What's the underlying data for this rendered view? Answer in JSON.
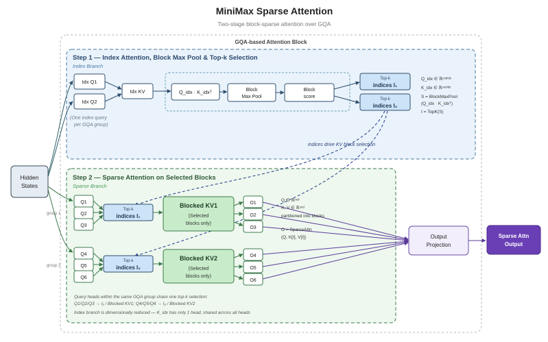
{
  "title": "MiniMax Sparse Attention",
  "subtitle": "Two-stage block-sparse attention over GQA",
  "gqa_block_label": "GQA-based Attention Block",
  "hidden_states": {
    "line1": "Hidden",
    "line2": "States"
  },
  "step1": {
    "title": "Step 1 — Index Attention, Block Max Pool & Top-k Selection",
    "branch": "Index Branch",
    "idx_q1": "Idx Q1",
    "idx_q2": "Idx Q2",
    "idx_kv": "Idx KV",
    "note1": "(One index query",
    "note2": "per GQA group)",
    "qk": "Q_idx · K_idxᵀ",
    "maxpool1": "Block",
    "maxpool2": "Max Pool",
    "score1": "Block",
    "score2": "score",
    "topk1_small": "Top-k",
    "topk1_big": "indices I₁",
    "topk2_small": "Top-k",
    "topk2_big": "indices I₂",
    "math": [
      "Q_idx ∈ ℝⁿˣᵈⁱᵈˣ",
      "K_idx ∈ ℝⁿˣᵈⁱᵈˣ",
      "S = BlockMaxPool",
      "(Q_idx · K_idxᵀ)",
      "I = TopK(S)"
    ]
  },
  "drive_label": "indices drive KV block selection",
  "step2": {
    "title": "Step 2 — Sparse Attention on Selected Blocks",
    "branch": "Sparse Branch",
    "group1": "group 1",
    "group2": "group 2",
    "q": [
      "Q1",
      "Q2",
      "Q3",
      "Q4",
      "Q5",
      "Q6"
    ],
    "topk1_small": "Top-k",
    "topk1_big": "indices I₁",
    "topk2_small": "Top-k",
    "topk2_big": "indices I₂",
    "kv1_title": "Blocked KV1",
    "kv1_sub1": "(Selected",
    "kv1_sub2": "blocks only)",
    "kv2_title": "Blocked KV2",
    "kv2_sub1": "(Selected",
    "kv2_sub2": "blocks only)",
    "o": [
      "O1",
      "O2",
      "O3",
      "O4",
      "O5",
      "O6"
    ],
    "math": [
      "Q ∈ ℝⁿˣᵈ",
      "K, V ∈ ℝⁿˣᵈ",
      "partitioned into blocks",
      "O = SparseAttn",
      "(Q, K[I], V[I])"
    ],
    "footnote1": "Query heads within the same GQA group share one top-k selection:",
    "footnote2": "Q1/Q2/Q3 → I₁ / Blocked KV1; Q4/Q5/Q6 → I₂ / Blocked KV2",
    "footnote3": "Index branch is dimensionally reduced — K_idx has only 1 head, shared across all heads"
  },
  "output_projection": {
    "line1": "Output",
    "line2": "Projection"
  },
  "sparse_out": {
    "line1": "Sparse Attn",
    "line2": "Output"
  }
}
